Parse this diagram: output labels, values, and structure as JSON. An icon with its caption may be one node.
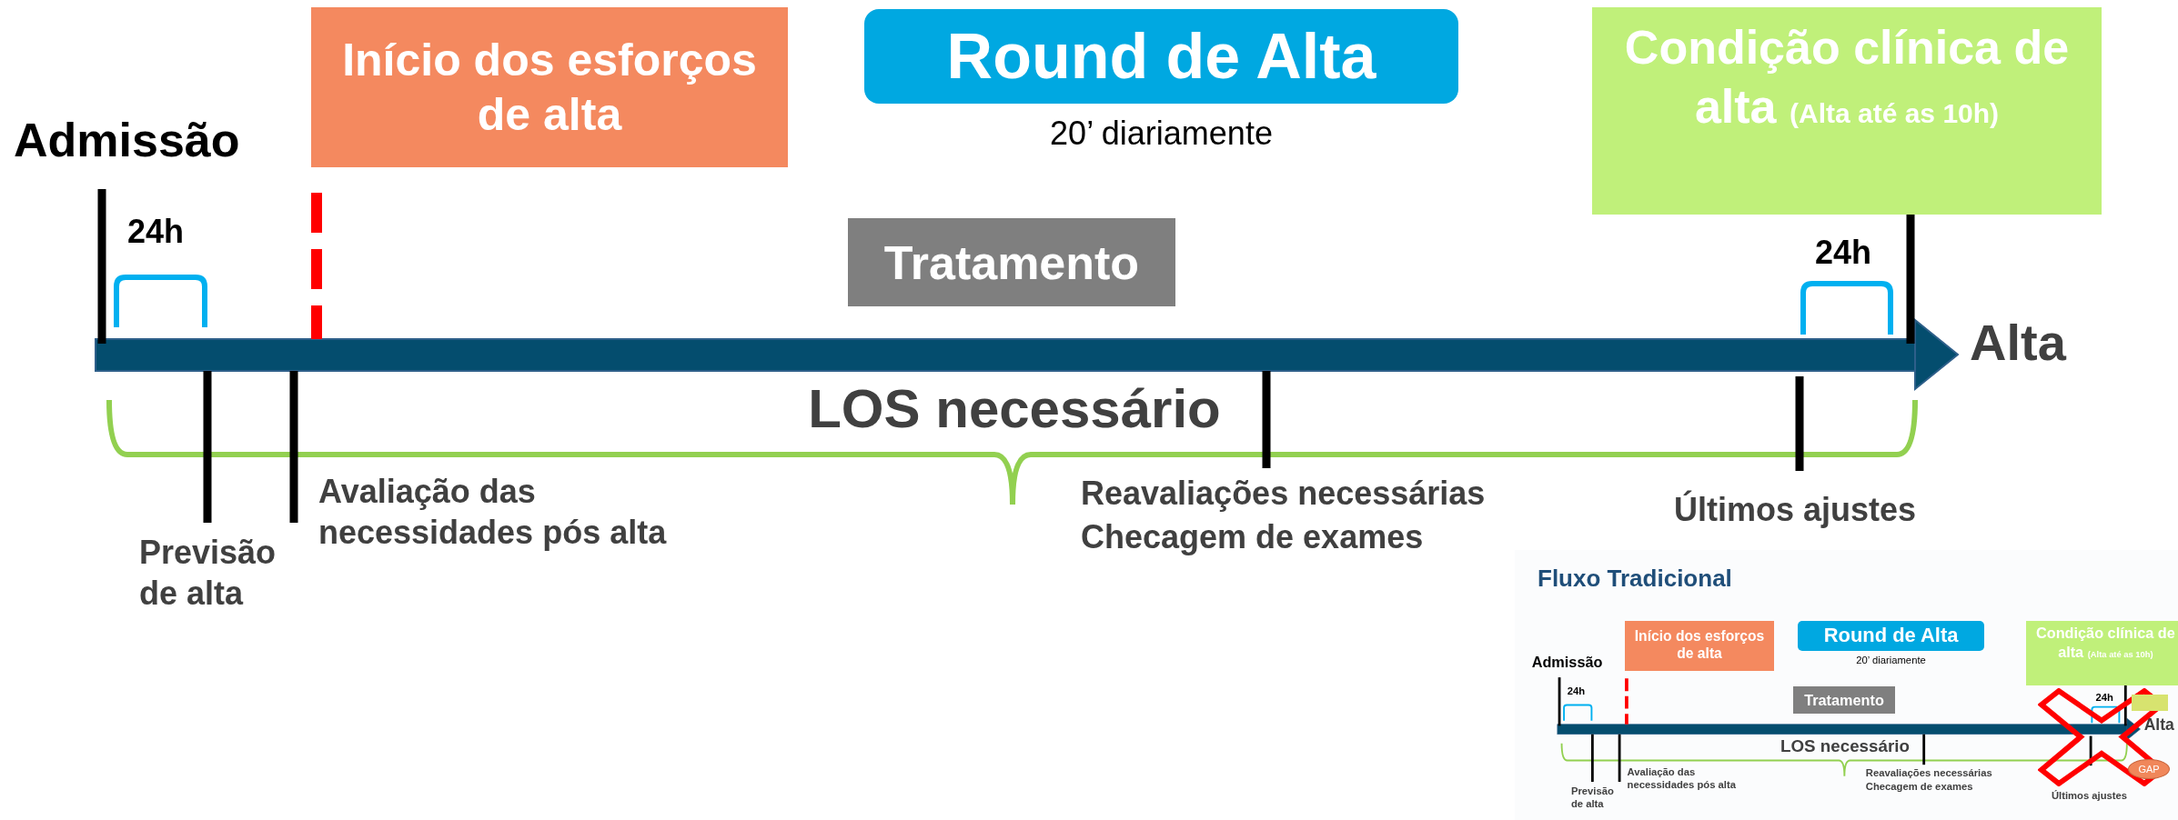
{
  "diagram": {
    "nodes": [
      {
        "text": [
          "Início dos esforços de alta"
        ]
      },
      {
        "text": [
          "Round de Alta"
        ],
        "beside": [
          "20’ diariamente"
        ]
      },
      {
        "text": [
          "Tratamento"
        ]
      },
      {
        "text": [
          "Condição clínica de alta",
          "(Alta até as 10h)"
        ]
      },
      {
        "text": [
          "Fluxo Tradicional"
        ]
      },
      {
        "text": [
          "Início dos esforços de alta"
        ],
        "in": 4
      },
      {
        "text": [
          "Round de Alta"
        ],
        "beside": [
          "20’ diariamente"
        ],
        "in": 4
      },
      {
        "text": [
          "Tratamento"
        ],
        "in": 4
      },
      {
        "text": [
          "Condição clínica de alta",
          "(Alta até as 10h)"
        ],
        "in": 4
      },
      {
        "text": [],
        "shape": "box",
        "in": 4
      },
      {
        "text": [
          "GAP"
        ],
        "in": 4
      }
    ],
    "labels": [
      "Admissão",
      "24h",
      "24h",
      "Alta",
      "LOS necessário",
      "Previsão de alta",
      "Avaliação das necessidades pós alta",
      "Reavaliações necessárias",
      "Checagem de exames",
      "Últimos ajustes",
      "Admissão",
      "24h",
      "24h",
      "Alta",
      "LOS necessário",
      "Previsão de alta",
      "Avaliação das necessidades pós alta",
      "Reavaliações necessárias",
      "Checagem de exames",
      "Últimos ajustes"
    ]
  }
}
